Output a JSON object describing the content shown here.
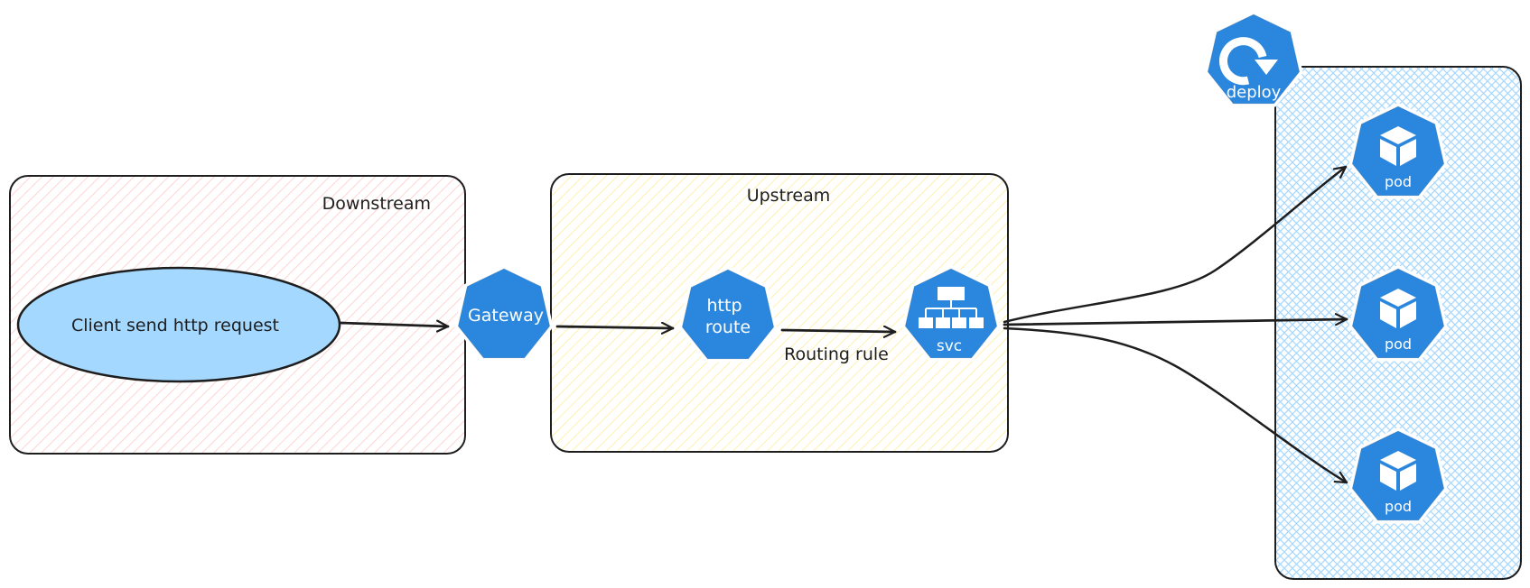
{
  "zones": {
    "downstream": "Downstream",
    "upstream": "Upstream"
  },
  "client": {
    "label": "Client send http request"
  },
  "gateway": {
    "label": "Gateway"
  },
  "httproute": {
    "line1": "http",
    "line2": "route"
  },
  "service": {
    "label": "svc"
  },
  "deployment": {
    "label": "deploy"
  },
  "pods": [
    {
      "label": "pod"
    },
    {
      "label": "pod"
    },
    {
      "label": "pod"
    }
  ],
  "edges": {
    "routing_rule": "Routing rule"
  },
  "colors": {
    "downstream_hatch": "#ffc9c9",
    "upstream_hatch": "#ffec99",
    "pods_hatch": "#a5d8ff",
    "k8s_blue": "#2b87de",
    "client_fill": "#a5d8ff",
    "stroke": "#1e1e1e"
  }
}
